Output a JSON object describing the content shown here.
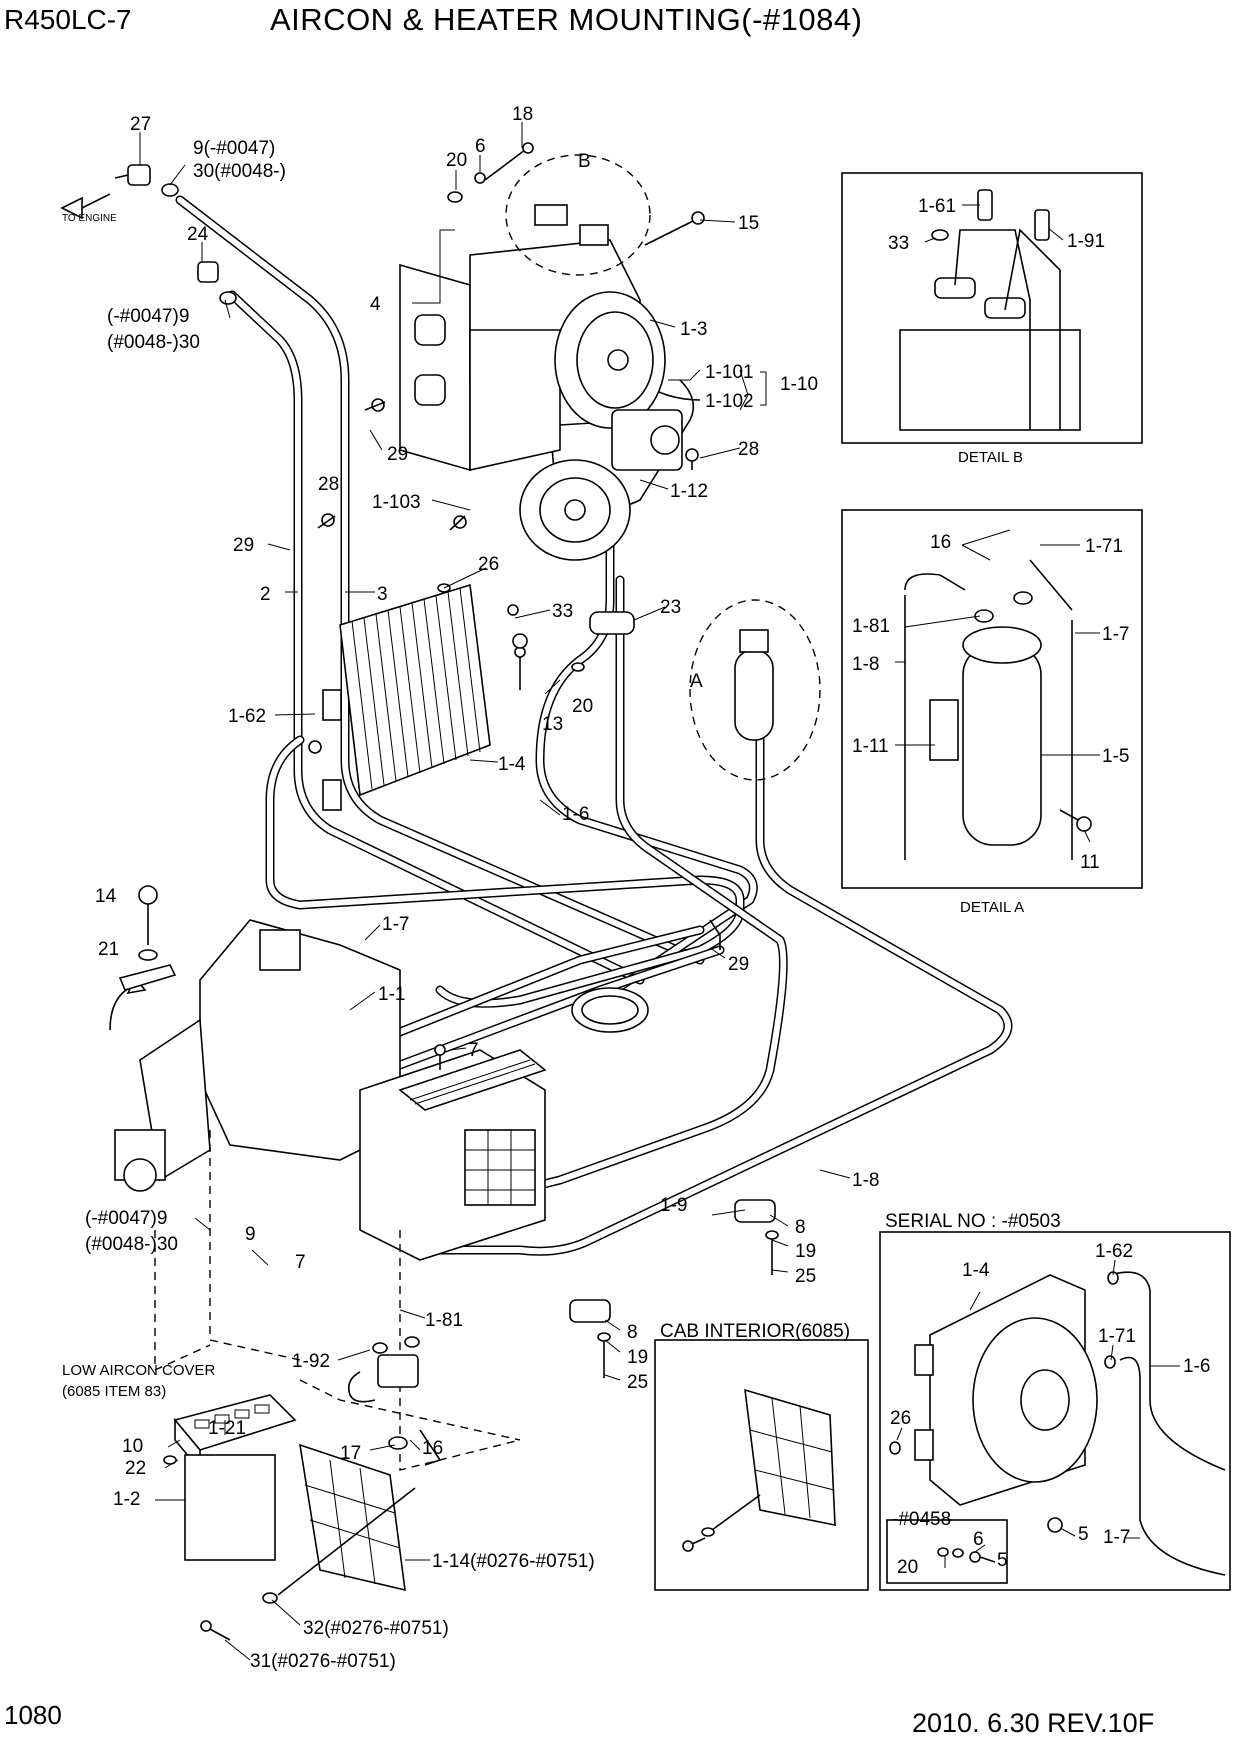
{
  "header": {
    "model": "R450LC-7",
    "title": "AIRCON & HEATER MOUNTING(-#1084)"
  },
  "footer": {
    "page_number": "1080",
    "revision": "2010. 6.30  REV.10F"
  },
  "notes": {
    "to_engine": "TO ENGINE",
    "low_aircon_cover": "LOW AIRCON COVER",
    "low_aircon_cover_ref": "(6085 ITEM 83)"
  },
  "details": {
    "detail_b": "DETAIL B",
    "detail_a": "DETAIL A",
    "cab_interior": "CAB INTERIOR(6085)",
    "serial_no": "SERIAL NO : -#0503",
    "serial_sub": "-#0458",
    "view_b": "B",
    "view_a": "A"
  },
  "callouts": {
    "c27": "27",
    "c9_0047": "9(-#0047)",
    "c30_0048": "30(#0048-)",
    "c24": "24",
    "c9_left": "(-#0047)9",
    "c30_left": "(#0048-)30",
    "c18": "18",
    "c20a": "20",
    "c6a": "6",
    "c15": "15",
    "c4": "4",
    "c1_3": "1-3",
    "c1_101": "1-101",
    "c1_102": "1-102",
    "c1_10": "1-10",
    "c29a": "29",
    "c28a": "28",
    "c1_12": "1-12",
    "c28b": "28",
    "c1_103": "1-103",
    "c29b": "29",
    "c2": "2",
    "c3": "3",
    "c26a": "26",
    "c33a": "33",
    "c23": "23",
    "c1_62a": "1-62",
    "c13": "13",
    "c20b": "20",
    "c1_4a": "1-4",
    "c1_6a": "1-6",
    "c14": "14",
    "c21": "21",
    "c1_7a": "1-7",
    "c29c": "29",
    "c1_1": "1-1",
    "c7a": "7",
    "c1_8a": "1-8",
    "c9_bottom": "(-#0047)9",
    "c30_bottom": "(#0048-)30",
    "c9b": "9",
    "c7b": "7",
    "c1_9": "1-9",
    "c8a": "8",
    "c19a": "19",
    "c25a": "25",
    "c1_81a": "1-81",
    "c8b": "8",
    "c19b": "19",
    "c25b": "25",
    "c1_92": "1-92",
    "c1_21": "1-21",
    "c10": "10",
    "c22": "22",
    "c1_2": "1-2",
    "c17": "17",
    "c16a": "16",
    "c1_14": "1-14(#0276-#0751)",
    "c32": "32(#0276-#0751)",
    "c31": "31(#0276-#0751)",
    "b1_61": "1-61",
    "b33": "33",
    "b1_91": "1-91",
    "a16": "16",
    "a1_71": "1-71",
    "a1_81": "1-81",
    "a1_7": "1-7",
    "a1_8": "1-8",
    "a1_11": "1-11",
    "a1_5": "1-5",
    "a11": "11",
    "s1_4": "1-4",
    "s1_62": "1-62",
    "s1_71": "1-71",
    "s1_6": "1-6",
    "s26": "26",
    "s5a": "5",
    "s1_7": "1-7",
    "s6": "6",
    "s20": "20",
    "s5b": "5"
  }
}
